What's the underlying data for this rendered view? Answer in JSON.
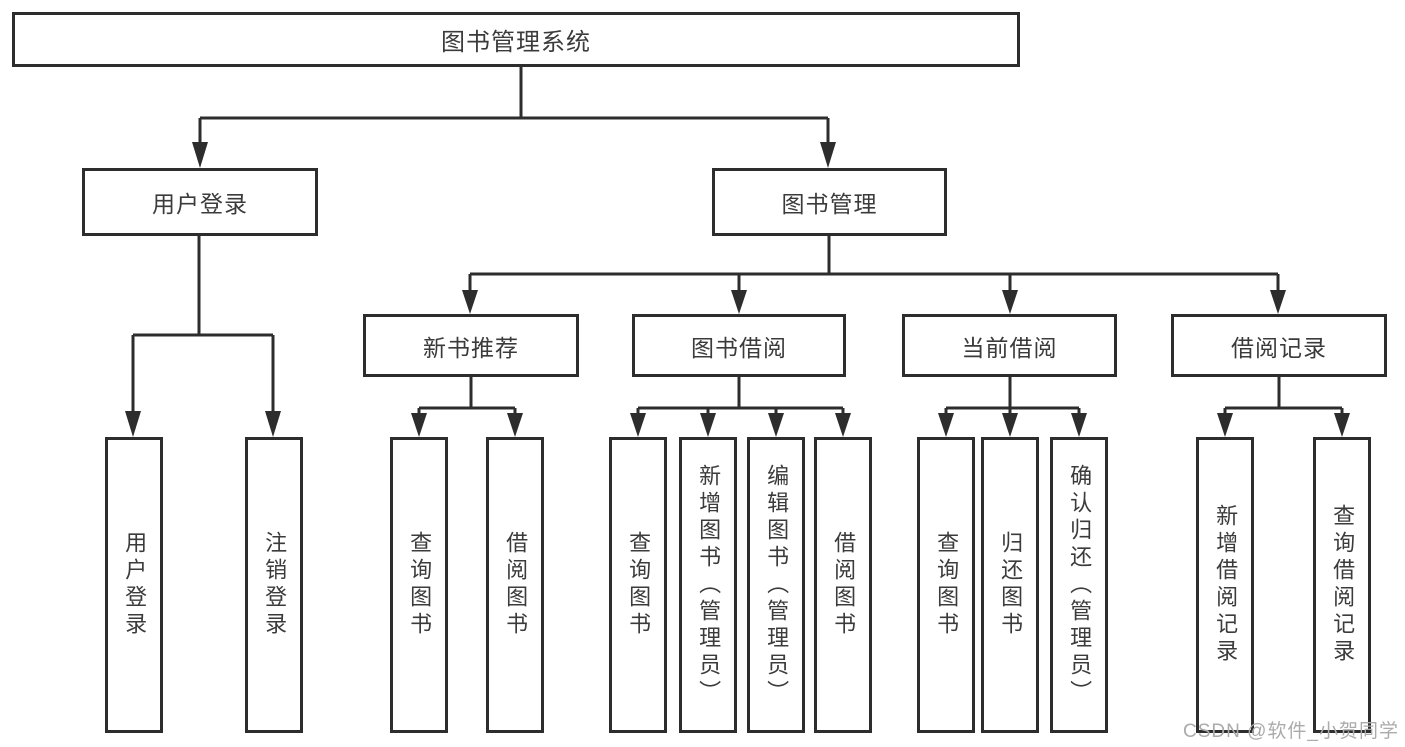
{
  "diagram": {
    "title_node": "图书管理系统",
    "level2": {
      "user_login": "用户登录",
      "book_management": "图书管理"
    },
    "level3": {
      "new_book_recommend": "新书推荐",
      "book_borrow": "图书借阅",
      "current_borrow": "当前借阅",
      "borrow_records": "借阅记录"
    },
    "leaves": {
      "login": [
        "用户登录",
        "注销登录"
      ],
      "new_book": [
        "查询图书",
        "借阅图书"
      ],
      "book_borrow": [
        "查询图书",
        "新增图书（管理员）",
        "编辑图书（管理员）",
        "借阅图书"
      ],
      "current": [
        "查询图书",
        "归还图书",
        "确认归还（管理员）"
      ],
      "records": [
        "新增借阅记录",
        "查询借阅记录"
      ]
    },
    "colors": {
      "line": "#2d2d2d",
      "text": "#3b3b3b",
      "background": "#ffffff",
      "watermark": "#ababab"
    }
  },
  "watermark": {
    "text": "CSDN @软件_小贺同学"
  }
}
